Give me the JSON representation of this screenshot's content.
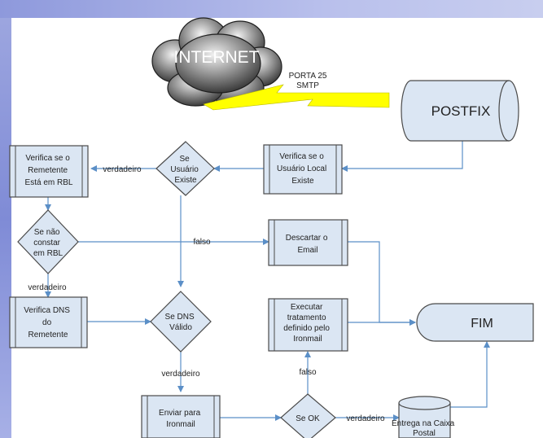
{
  "colors": {
    "box_fill": "#dbe6f3",
    "box_stroke": "#4a4a4a",
    "arrow": "#5b8fc7",
    "bolt": "#ffff00"
  },
  "cloud": {
    "label": "INTERNET"
  },
  "connection": {
    "port": "PORTA 25",
    "protocol": "SMTP"
  },
  "nodes": {
    "postfix": "POSTFIX",
    "verify_local_user": [
      "Verifica se o",
      "Usuário Local",
      "Existe"
    ],
    "user_exists": [
      "Se",
      "Usuário",
      "Existe"
    ],
    "verify_rbl": [
      "Verifica se o",
      "Remetente",
      "Está em RBL"
    ],
    "not_in_rbl": [
      "Se não",
      "constar",
      "em RBL"
    ],
    "discard_email": [
      "Descartar o",
      "Email"
    ],
    "verify_dns": [
      "Verifica DNS",
      "do",
      "Remetente"
    ],
    "dns_valid": [
      "Se DNS",
      "Válido"
    ],
    "execute_treatment": [
      "Executar",
      "tratamento",
      "definido pelo",
      "Ironmail"
    ],
    "end": "FIM",
    "send_ironmail": [
      "Enviar para",
      "Ironmail"
    ],
    "if_ok": "Se OK",
    "deliver_mailbox": [
      "Entrega na Caixa",
      "Postal"
    ]
  },
  "edge_labels": {
    "user_exists_true": "verdadeiro",
    "rbl_false": "falso",
    "rbl_true": "verdadeiro",
    "dns_true": "verdadeiro",
    "ok_false": "falso",
    "ok_true": "verdadeiro"
  }
}
